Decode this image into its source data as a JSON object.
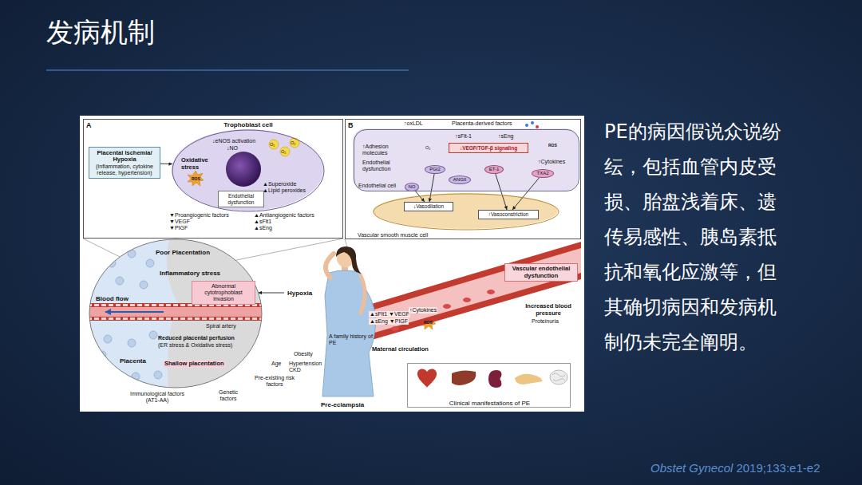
{
  "diagram": {
    "title": "发病机制",
    "nodes": [
      {
        "text": [
          "A"
        ]
      },
      {
        "text": [
          "Placental Ischemia/ Hypoxia",
          "(Inflammation, cytokine release, hypertension)"
        ],
        "in": 0
      },
      {
        "text": [
          "Trophoblast cell",
          "↓eNOS activation",
          "↓NO",
          "Oxidative stress",
          "▲Superoxide",
          "▲Lipid peroxides"
        ],
        "in": 0
      },
      {
        "text": [
          "Endothelial dysfunction"
        ],
        "in": 2
      },
      {
        "text": [
          "B"
        ]
      },
      {
        "text": [
          "↑sFlt-1",
          "↑sEng",
          "↑Adhesion molecules",
          "Endothelial dysfunction",
          "↑Cytokines",
          "Endothelial cell"
        ],
        "in": 4
      },
      {
        "text": [
          "↓VEGF/TGF-β signaling"
        ],
        "in": 5
      },
      {
        "text": [
          "PGI2"
        ],
        "in": 5
      },
      {
        "text": [
          "ANGII"
        ],
        "in": 5
      },
      {
        "text": [
          "NO"
        ],
        "in": 5
      },
      {
        "text": [
          "ET-1"
        ],
        "in": 5
      },
      {
        "text": [
          "TXA2"
        ],
        "in": 5
      },
      {
        "text": [
          "Vascular smooth muscle cell"
        ],
        "in": 4
      },
      {
        "text": [
          "↓Vasodilation"
        ],
        "in": 12
      },
      {
        "text": [
          "↑Vasoconstriction"
        ],
        "in": 12
      },
      {
        "text": [
          "Poor Placentation",
          "Inflammatory stress",
          "Blood flow",
          "Spiral artery",
          "Reduced placental perfusion",
          "(ER stress & Oxidative stress)",
          "Placenta",
          "Shallow placentation"
        ]
      },
      {
        "text": [
          "Abnormal cytotrophoblast invasion"
        ],
        "in": 15
      },
      {
        "text": [
          "Vascular endothelial dysfunction"
        ]
      },
      {
        "text": [
          "Clinical manifestations of PE"
        ]
      }
    ],
    "edges": [
      {
        "from": 1,
        "to": 2,
        "arrow": "to"
      },
      {
        "from": 7,
        "to": 13,
        "arrow": "to"
      },
      {
        "from": 9,
        "to": 13,
        "arrow": "to"
      },
      {
        "from": 10,
        "to": 14,
        "arrow": "to"
      },
      {
        "from": 11,
        "to": 14,
        "arrow": "to"
      }
    ],
    "labels": [
      "O₂",
      "O₂",
      "O₂",
      "ROS",
      "▼Proangiogenic factors",
      "▼VEGF",
      "▼PIGF",
      "▲Antiangiogenic factors",
      "▲sFlt1",
      "▲sEng",
      "↑oxLDL",
      "Placenta-derived factors",
      "O₂",
      "ROS",
      "Hypoxia",
      "▲sFlt1 ▼VEGF",
      "▲sEng ▼PIGF",
      "↑Cytokines",
      "ROS",
      "Increased blood pressure",
      "Proteinuria",
      "Maternal circulation",
      "A family history of PE",
      "Obesity",
      "Age",
      "Hypertension CKD",
      "Pre-existing risk factors",
      "Immunological factors (AT1-AA)",
      "Genetic factors",
      "Pre-eclampsia",
      "PE的病因假说众说纷纭，包括血管内皮受损、胎盘浅着床、遗传易感性、胰岛素抵抗和氧化应激等，但其确切病因和发病机制仍未完全阐明。",
      "Obstet Gynecol",
      "2019;133:e1-e2"
    ]
  }
}
